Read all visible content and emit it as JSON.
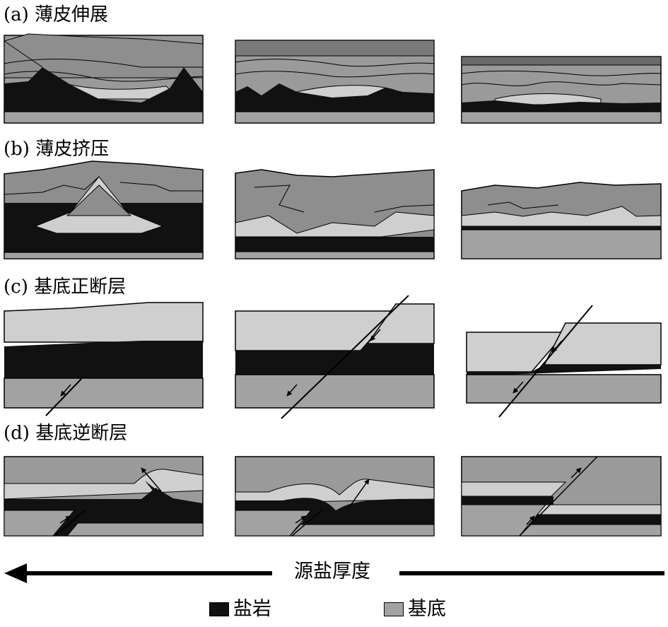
{
  "rows": [
    {
      "id": "a",
      "label": "(a) 薄皮伸展"
    },
    {
      "id": "b",
      "label": "(b) 薄皮挤压"
    },
    {
      "id": "c",
      "label": "(c) 基底正断层"
    },
    {
      "id": "d",
      "label": "(d) 基底逆断层"
    }
  ],
  "axis": {
    "label": "源盐厚度",
    "direction": "left"
  },
  "legend": [
    {
      "key": "salt",
      "label": "盐岩",
      "color": "#111111"
    },
    {
      "key": "basement",
      "label": "基底",
      "color": "#a2a2a2"
    }
  ],
  "colors": {
    "salt": "#111111",
    "basement": "#a2a2a2",
    "light_layer": "#cfcfcf",
    "mid_layer": "#8e8e8e",
    "dark_layer": "#707070",
    "outline": "#000000"
  }
}
